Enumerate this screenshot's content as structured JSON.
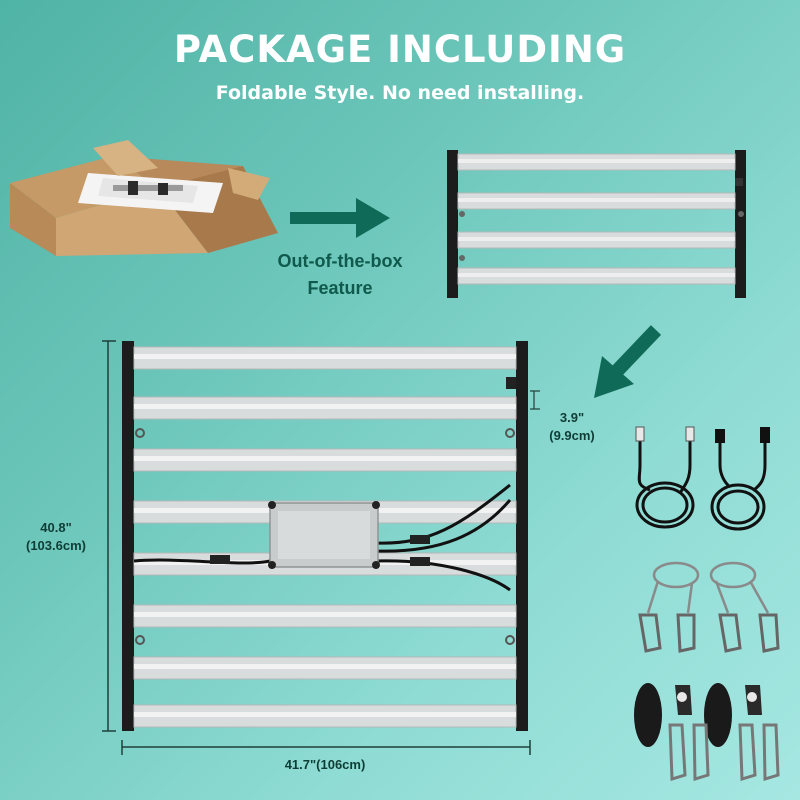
{
  "header": {
    "title": "PACKAGE INCLUDING",
    "subtitle": "Foldable Style. No need installing."
  },
  "feature": {
    "line1": "Out-of-the-box",
    "line2": "Feature"
  },
  "dimensions": {
    "height_in": "40.8\"",
    "height_cm": "(103.6cm)",
    "width": "41.7\"(106cm)",
    "gap_in": "3.9\"",
    "gap_cm": "(9.9cm)"
  },
  "colors": {
    "title": "#ffffff",
    "accent_dark_green": "#0f5a4c",
    "bar_silver": "#d9dcdc",
    "frame_black": "#1c1c1c"
  }
}
